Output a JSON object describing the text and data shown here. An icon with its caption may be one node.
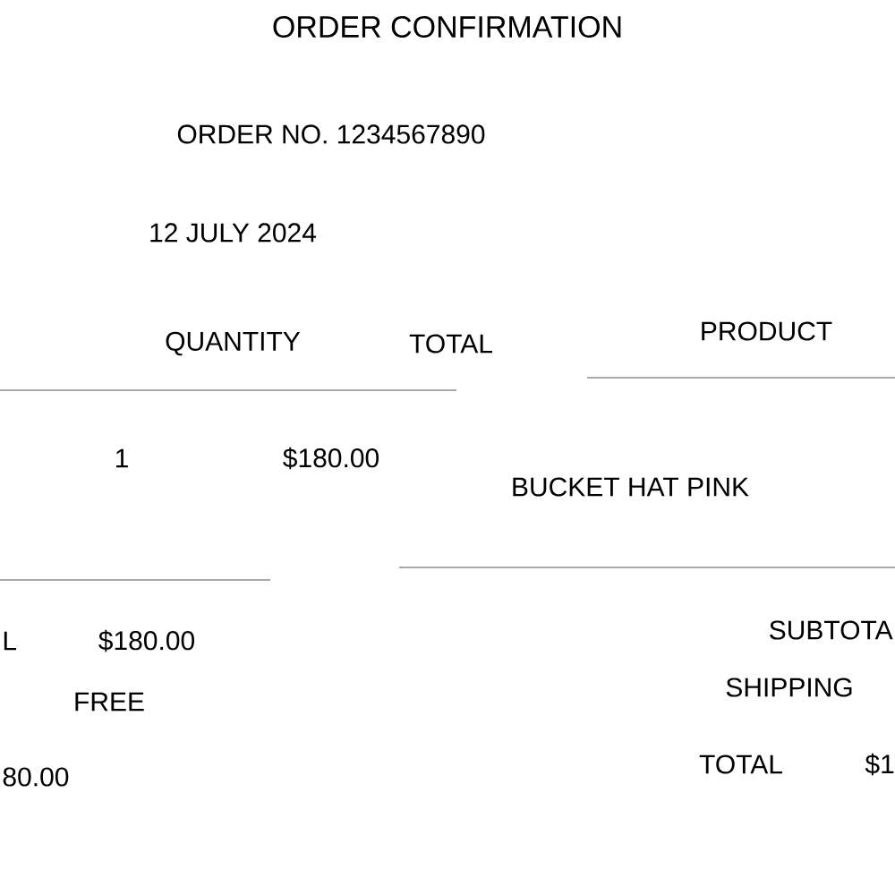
{
  "diagram": {
    "title": "ORDER CONFIRMATION",
    "labels": [
      "ORDER NO. 1234567890",
      "12 JULY 2024",
      "PRODUCT",
      "QUANTITY",
      "TOTAL",
      "1",
      "$180.00",
      "BUCKET HAT PINK",
      "SUBTOTA",
      "L",
      "$180.00",
      "SHIPPING",
      "FREE",
      "TOTAL",
      "$1",
      "80.00"
    ]
  }
}
